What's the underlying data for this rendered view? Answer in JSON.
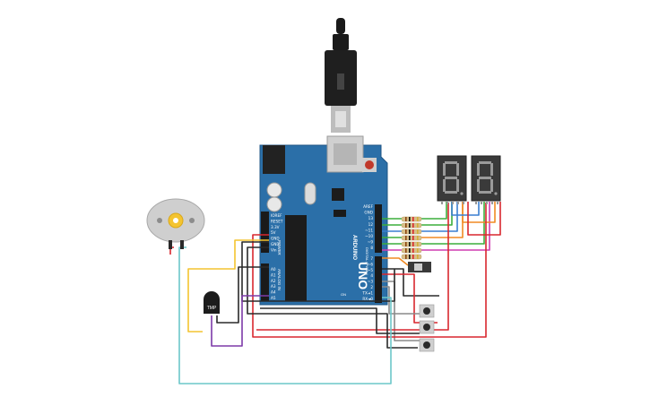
{
  "board": {
    "brand": "ARDUINO",
    "model": "UNO",
    "on_label": "ON",
    "reset_label": "RESET",
    "power_label": "POWER",
    "analog_label": "ANALOG IN",
    "digital_label": "DIGITAL (PWM~)",
    "tx_label": "TX",
    "rx_label": "RX",
    "l_label": "L",
    "power_pins": [
      "IOREF",
      "RESET",
      "3.3V",
      "5V",
      "GND",
      "GND",
      "Vin"
    ],
    "analog_pins": [
      "A0",
      "A1",
      "A2",
      "A3",
      "A4",
      "A5"
    ],
    "digital_pins_top": [
      "AREF",
      "GND",
      "13",
      "12",
      "~11",
      "~10",
      "~9",
      "8"
    ],
    "digital_pins_bottom": [
      "7",
      "~6",
      "~5",
      "4",
      "~3",
      "2",
      "TX➔1",
      "RX◄0"
    ]
  },
  "sensor": {
    "label": "TMP"
  },
  "colors": {
    "board": "#2b6fa8",
    "red": "#d9272e",
    "black": "#2a2a2a",
    "yellow": "#f4c430",
    "green": "#3cae3c",
    "blue": "#3a7fd0",
    "orange": "#f08a24",
    "purple": "#7d3aa8",
    "magenta": "#d13cb0",
    "cyan": "#6cc7c9",
    "gray": "#8a8a8a"
  }
}
